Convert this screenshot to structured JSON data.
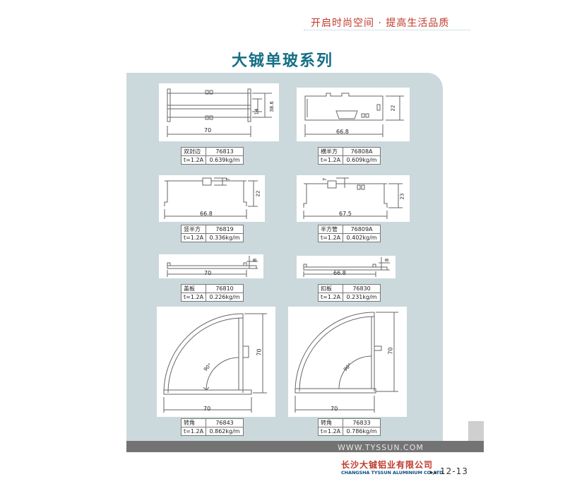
{
  "header": {
    "slogan": "开启时尚空间 · 提高生活品质"
  },
  "title": "大铖单玻系列",
  "footer": {
    "website": "WWW.TYSSUN.COM",
    "company_cn": "长沙大铖铝业有限公司",
    "company_en": "CHANGSHA TYSSUN ALUMINIUM CO.,LTD.",
    "page_numbers": "12-13"
  },
  "profiles": [
    {
      "name": "双封边",
      "code": "76813",
      "thickness": "t=1.2A",
      "weight": "0.639kg/m",
      "dims": [
        "70",
        "14",
        "38.6"
      ]
    },
    {
      "name": "横半方",
      "code": "76808A",
      "thickness": "t=1.2A",
      "weight": "0.609kg/m",
      "dims": [
        "66.8",
        "22"
      ]
    },
    {
      "name": "竖半方",
      "code": "76819",
      "thickness": "t=1.2A",
      "weight": "0.336kg/m",
      "dims": [
        "66.8",
        "7",
        "22"
      ]
    },
    {
      "name": "半方管",
      "code": "76809A",
      "thickness": "t=1.2A",
      "weight": "0.402kg/m",
      "dims": [
        "67.5",
        "7",
        "23"
      ]
    },
    {
      "name": "盖板",
      "code": "76810",
      "thickness": "t=1.2A",
      "weight": "0.226kg/m",
      "dims": [
        "70",
        "8"
      ]
    },
    {
      "name": "扣板",
      "code": "76830",
      "thickness": "t=1.2A",
      "weight": "0.231kg/m",
      "dims": [
        "66.8",
        "8"
      ]
    },
    {
      "name": "转角",
      "code": "76843",
      "thickness": "t=1.2A",
      "weight": "0.862kg/m",
      "dims": [
        "70",
        "70",
        "90°"
      ]
    },
    {
      "name": "转角",
      "code": "76833",
      "thickness": "t=1.2A",
      "weight": "0.786kg/m",
      "dims": [
        "70",
        "70",
        "90°"
      ]
    }
  ]
}
